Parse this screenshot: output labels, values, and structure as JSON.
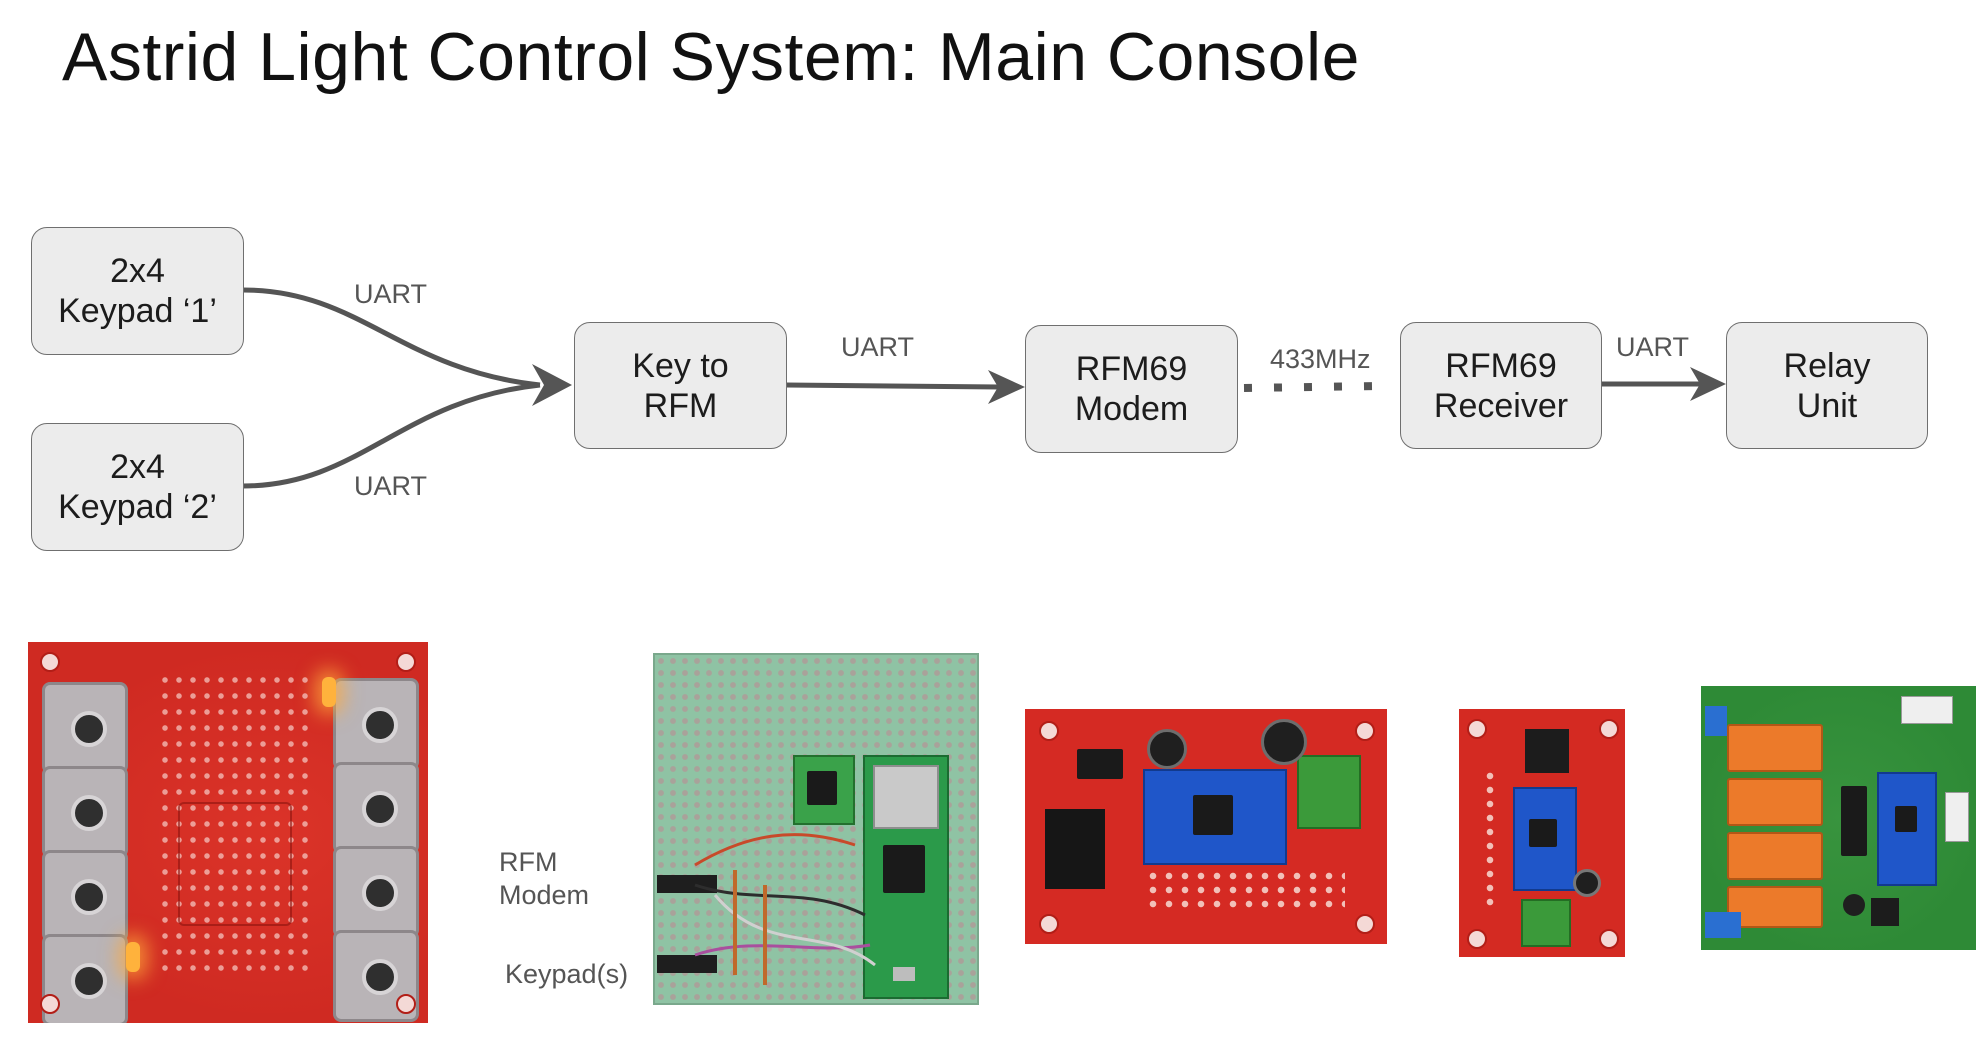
{
  "title": "Astrid Light Control System: Main Console",
  "nodes": {
    "keypad1": [
      "2x4",
      "Keypad ‘1’"
    ],
    "keypad2": [
      "2x4",
      "Keypad ‘2’"
    ],
    "key_to_rfm": [
      "Key to",
      "RFM"
    ],
    "rfm69_modem": [
      "RFM69",
      "Modem"
    ],
    "rfm69_receiver": [
      "RFM69",
      "Receiver"
    ],
    "relay_unit": [
      "Relay",
      "Unit"
    ]
  },
  "edges": {
    "keypad1_to_key": "UART",
    "keypad2_to_key": "UART",
    "key_to_modem": "UART",
    "modem_to_receiver": "433MHz",
    "receiver_to_relay": "UART"
  },
  "photo_labels": {
    "rfm_modem": [
      "RFM",
      "Modem"
    ],
    "keypads": "Keypad(s)"
  },
  "colors": {
    "node_fill": "#ececec",
    "node_border": "#6f6f6f",
    "arrow": "#555555",
    "pcb_red": "#d72b22",
    "pcb_green": "#2e8a36"
  }
}
